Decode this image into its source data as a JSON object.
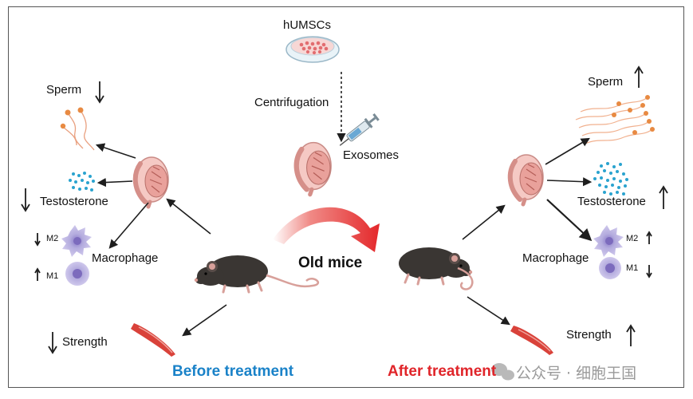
{
  "source": {
    "label": "hUMSCs"
  },
  "process": {
    "step": "Centrifugation",
    "product": "Exosomes"
  },
  "center": {
    "label": "Old mice"
  },
  "before": {
    "title": "Before treatment",
    "sperm": "Sperm",
    "testosterone": "Testosterone",
    "macrophage": "Macrophage",
    "m2": "M2",
    "m1": "M1",
    "strength": "Strength"
  },
  "after": {
    "title": "After treatment",
    "sperm": "Sperm",
    "testosterone": "Testosterone",
    "macrophage": "Macrophage",
    "m2": "M2",
    "m1": "M1",
    "strength": "Strength"
  },
  "watermark": {
    "text": "公众号 · 细胞王国",
    "icon": "wechat-icon"
  },
  "colors": {
    "before_title": "#1a82c8",
    "after_title": "#e0252a",
    "big_arrow": "#e4282b",
    "testis": "#e9a09a",
    "mouse": "#3a3633",
    "macrophage_m2": "#a9a3d6",
    "macrophage_m1": "#b7a6de",
    "testosterone_dots": "#2aa3cf",
    "muscle": "#d9423a",
    "dish": "#cfe3ee"
  }
}
